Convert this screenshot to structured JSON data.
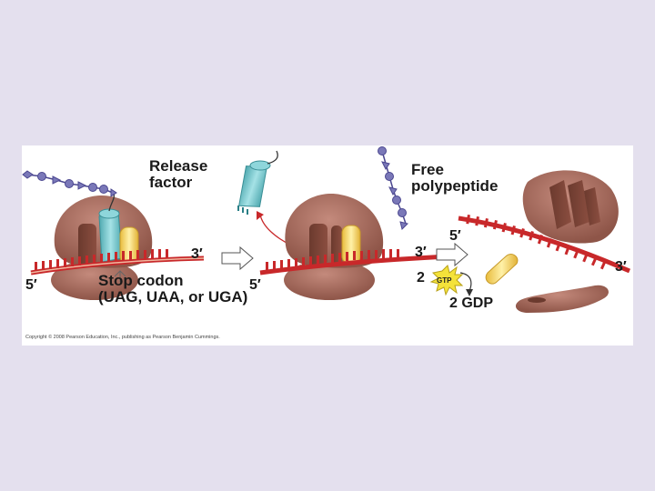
{
  "labels": {
    "release_factor_line1": "Release",
    "release_factor_line2": "factor",
    "free_polypeptide_line1": "Free",
    "free_polypeptide_line2": "polypeptide",
    "stop_codon_line1": "Stop codon",
    "stop_codon_line2": "(UAG, UAA, or UGA)",
    "three_prime": "3′",
    "five_prime": "5′",
    "gtp_count": "2",
    "gtp": "GTP",
    "gdp": "2 GDP"
  },
  "copyright": "Copyright © 2008 Pearson Education, Inc., publishing as Pearson Benjamin Cummings.",
  "colors": {
    "page_background": "#e4e0ee",
    "ribosome": "#a86b5e",
    "mrna": "#c8282a",
    "release_factor": "#6fc3c8",
    "trna_yellow": "#f2d36b",
    "polypeptide": "#7a78b8",
    "gtp_burst": "#f4e23a"
  }
}
